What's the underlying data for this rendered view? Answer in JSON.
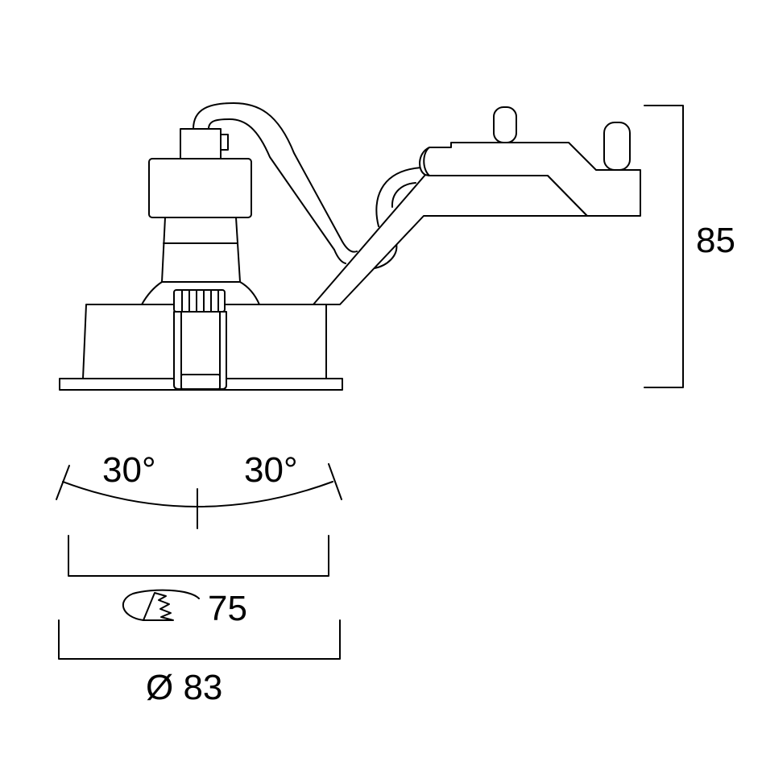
{
  "dimensions": {
    "height": "85",
    "tilt_left": "30°",
    "tilt_right": "30°",
    "cutout": "75",
    "diameter": "Ø 83"
  },
  "icons": {
    "cutout_symbol": "ceiling-cutout-icon"
  }
}
